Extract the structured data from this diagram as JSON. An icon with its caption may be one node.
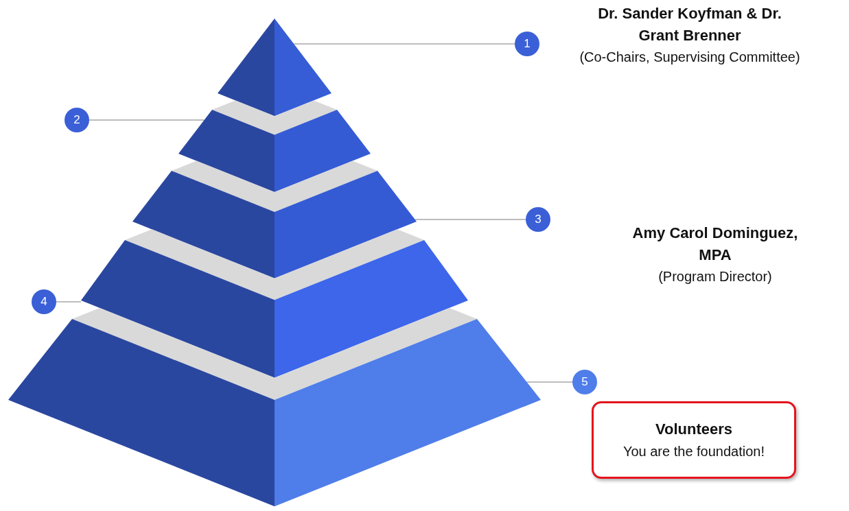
{
  "diagram": {
    "nodes": [
      {
        "text": [],
        "shape": "triangle"
      },
      {
        "text": [],
        "shape": "trapezoid"
      },
      {
        "text": [],
        "shape": "trapezoid"
      },
      {
        "text": [],
        "shape": "trapezoid"
      },
      {
        "text": [],
        "shape": "trapezoid"
      },
      {
        "text": [
          "1"
        ],
        "beside": [
          "Dr. Sander Koyfman & Dr. Grant Brenner",
          "(Co-Chairs, Supervising Committee)"
        ]
      },
      {
        "text": [
          "2"
        ]
      },
      {
        "text": [
          "3"
        ],
        "beside": [
          "Amy Carol Dominguez, MPA",
          "(Program Director)"
        ]
      },
      {
        "text": [
          "4"
        ]
      },
      {
        "text": [
          "5"
        ]
      },
      {
        "text": [
          "Volunteers",
          "You are the foundation!"
        ]
      }
    ],
    "edges": [
      {
        "from": 5,
        "to": 0,
        "arrow": "none"
      },
      {
        "from": 6,
        "to": 1,
        "arrow": "none"
      },
      {
        "from": 7,
        "to": 2,
        "arrow": "none"
      },
      {
        "from": 8,
        "to": 3,
        "arrow": "none"
      },
      {
        "from": 9,
        "to": 4,
        "arrow": "none"
      }
    ]
  }
}
